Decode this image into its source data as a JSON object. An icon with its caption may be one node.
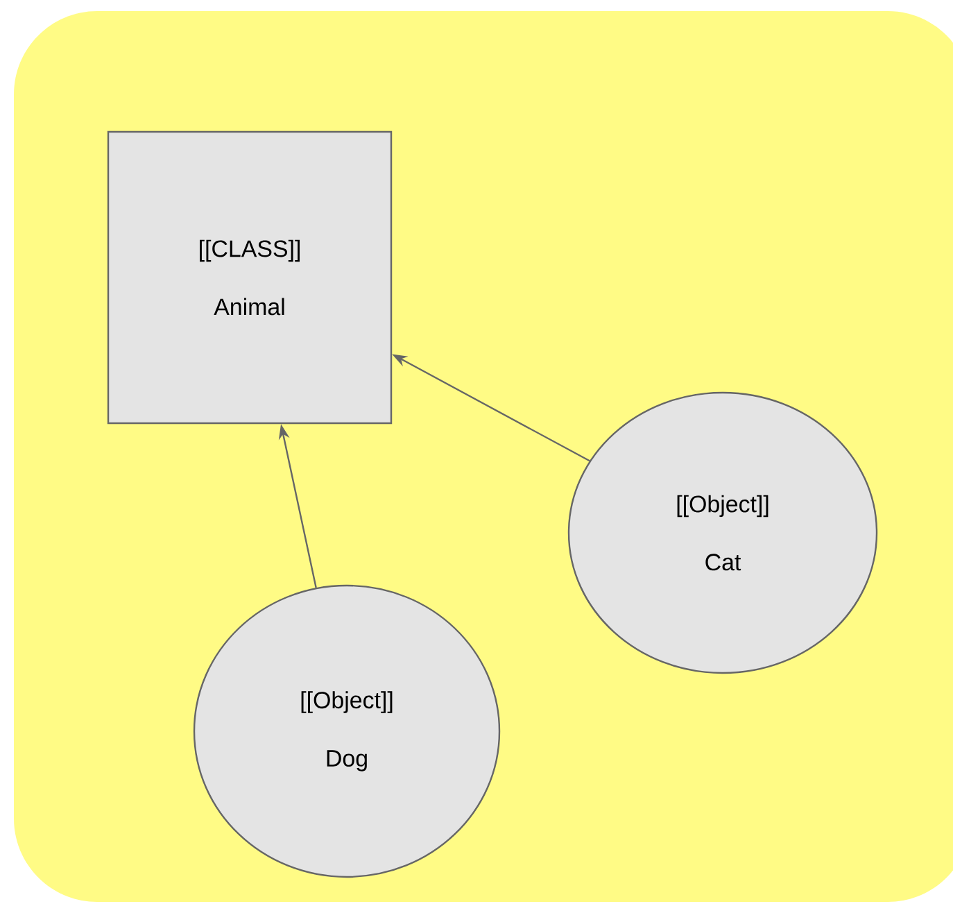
{
  "diagram": {
    "nodes": [
      {
        "text": [
          "[[CLASS]]",
          "Animal"
        ]
      },
      {
        "text": [
          "[[Object]]",
          "Cat"
        ]
      },
      {
        "text": [
          "[[Object]]",
          "Dog"
        ]
      }
    ],
    "edges": [
      {
        "from": 1,
        "to": 0,
        "arrow": "to"
      },
      {
        "from": 2,
        "to": 0,
        "arrow": "to"
      }
    ]
  }
}
